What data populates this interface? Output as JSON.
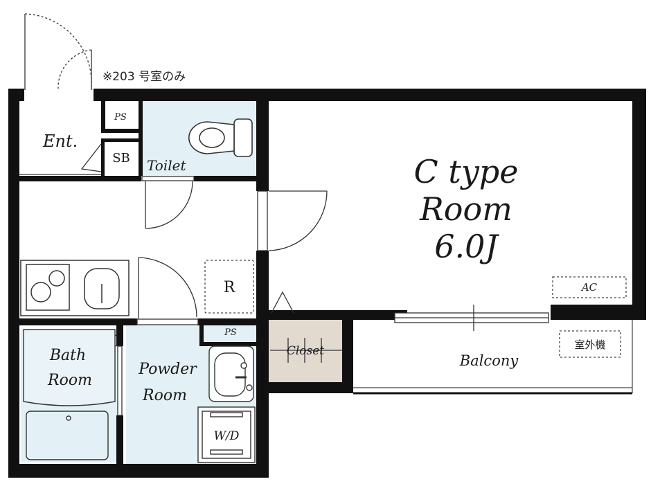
{
  "note": "※203 号室のみ",
  "rooms": {
    "ent": "Ent.",
    "ps_top": "PS",
    "sb": "SB",
    "toilet": "Toilet",
    "fridge": "R",
    "main_line1": "C type",
    "main_line2": "Room",
    "main_line3": "6.0J",
    "ac": "AC",
    "ps_mid": "PS",
    "closet": "Closet",
    "balcony": "Balcony",
    "outdoor_unit": "室外機",
    "bath_line1": "Bath",
    "bath_line2": "Room",
    "powder_line1": "Powder",
    "powder_line2": "Room",
    "wd": "W/D"
  },
  "colors": {
    "wall": "#111111",
    "wet_area": "#e3f0f5",
    "closet": "#e2d9cf",
    "floor": "#ffffff"
  }
}
